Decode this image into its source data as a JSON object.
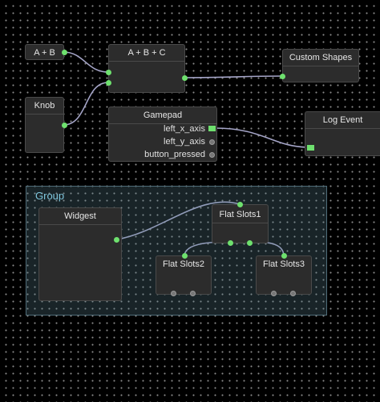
{
  "colors": {
    "wire": "#a5a5c8",
    "slot_active": "#6ee06e",
    "slot_inactive": "#777777",
    "group_title": "#7fc7de"
  },
  "nodes": {
    "a_plus_b": {
      "title": "A + B"
    },
    "knob": {
      "title": "Knob"
    },
    "a_plus_b_plus_c": {
      "title": "A + B + C"
    },
    "custom_shapes": {
      "title": "Custom Shapes"
    },
    "gamepad": {
      "title": "Gamepad",
      "outputs": [
        "left_x_axis",
        "left_y_axis",
        "button_pressed"
      ]
    },
    "log_event": {
      "title": "Log Event"
    }
  },
  "group": {
    "title": "Group",
    "nodes": {
      "widgest": {
        "title": "Widgest"
      },
      "flat_slots1": {
        "title": "Flat Slots1"
      },
      "flat_slots2": {
        "title": "Flat Slots2"
      },
      "flat_slots3": {
        "title": "Flat Slots3"
      }
    }
  }
}
